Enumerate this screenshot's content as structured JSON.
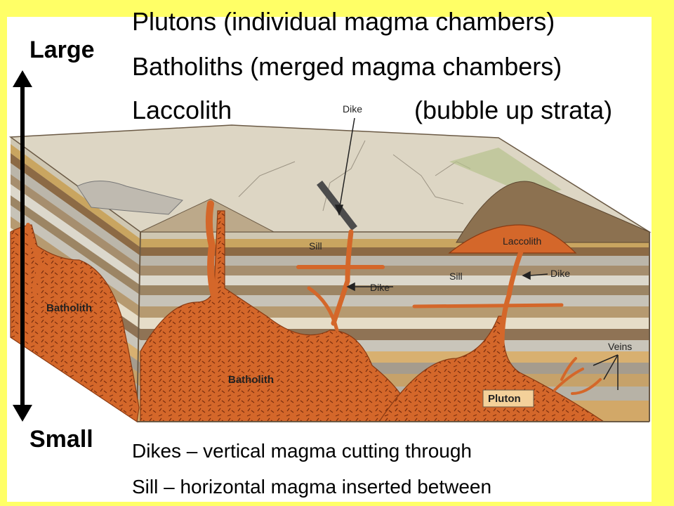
{
  "colors": {
    "background": "#FFFF66",
    "slide": "#FFFFFF",
    "magma": "#D4672A",
    "magma_dark": "#B9521E",
    "surface": "#DDD6C4"
  },
  "scale": {
    "large": "Large",
    "small": "Small"
  },
  "headings": {
    "plutons": "Plutons (individual magma chambers)",
    "batholiths": "Batholiths (merged magma chambers)",
    "laccolith_name": "Laccolith",
    "laccolith_desc": "(bubble up strata)"
  },
  "diagram_labels": {
    "dike_top": "Dike",
    "sill_left": "Sill",
    "dike_mid": "Dike",
    "laccolith": "Laccolith",
    "sill_right": "Sill",
    "dike_right": "Dike",
    "batholith_left": "Batholith",
    "batholith_center": "Batholith",
    "veins": "Veins",
    "pluton": "Pluton"
  },
  "definitions": {
    "dikes": "Dikes – vertical magma cutting through",
    "sill": "Sill – horizontal magma inserted between"
  }
}
